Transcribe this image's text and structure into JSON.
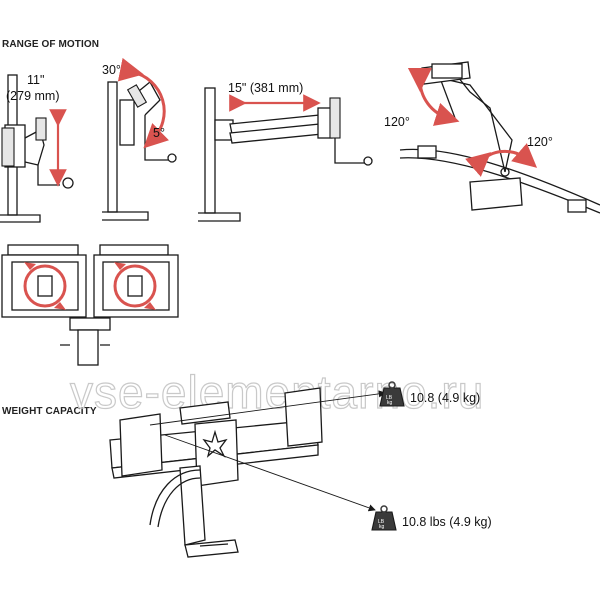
{
  "headings": {
    "range_of_motion": "RANGE OF MOTION",
    "weight_capacity": "WEIGHT CAPACITY"
  },
  "motion": {
    "height_value": "11\"",
    "height_metric": "(279 mm)",
    "tilt_up": "30°",
    "tilt_down": "5°",
    "extension": "15\" (381 mm)",
    "swivel_left": "120°",
    "swivel_right": "120°"
  },
  "weights": {
    "top": "10.8 (4.9 kg)",
    "bottom": "10.8 lbs (4.9 kg)",
    "weight_icon_text": "LB kg"
  },
  "watermark": "vse-elementarno.ru",
  "colors": {
    "accent": "#d9534f",
    "line": "#1a1a1a"
  },
  "icons": [
    "rotation-arrows-icon",
    "weight-icon",
    "double-arrow-icon"
  ]
}
